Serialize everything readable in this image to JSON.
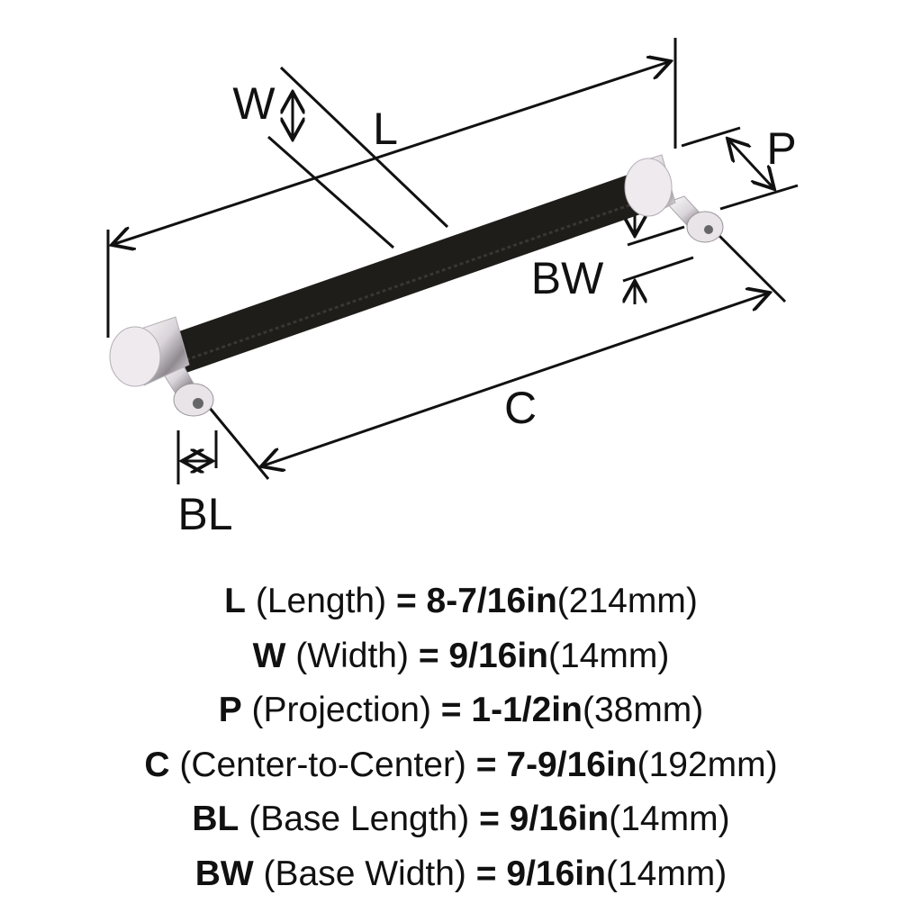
{
  "diagram": {
    "labels": {
      "L": "L",
      "W": "W",
      "P": "P",
      "BW": "BW",
      "C": "C",
      "BL": "BL"
    }
  },
  "specs": [
    {
      "code": "L",
      "name": " (Length) ",
      "imperial": "= 8-7/16in",
      "metric": "(214mm)"
    },
    {
      "code": "W",
      "name": " (Width) ",
      "imperial": "= 9/16in",
      "metric": "(14mm)"
    },
    {
      "code": "P",
      "name": " (Projection) ",
      "imperial": "= 1-1/2in",
      "metric": "(38mm)"
    },
    {
      "code": "C",
      "name": " (Center-to-Center) ",
      "imperial": "= 7-9/16in",
      "metric": "(192mm)"
    },
    {
      "code": "BL",
      "name": " (Base Length) ",
      "imperial": "= 9/16in",
      "metric": "(14mm)"
    },
    {
      "code": "BW",
      "name": " (Base Width) ",
      "imperial": "= 9/16in",
      "metric": "(14mm)"
    }
  ],
  "colors": {
    "leather": "#1e1d1a",
    "chrome": "#e6e2e6",
    "line": "#111111"
  }
}
